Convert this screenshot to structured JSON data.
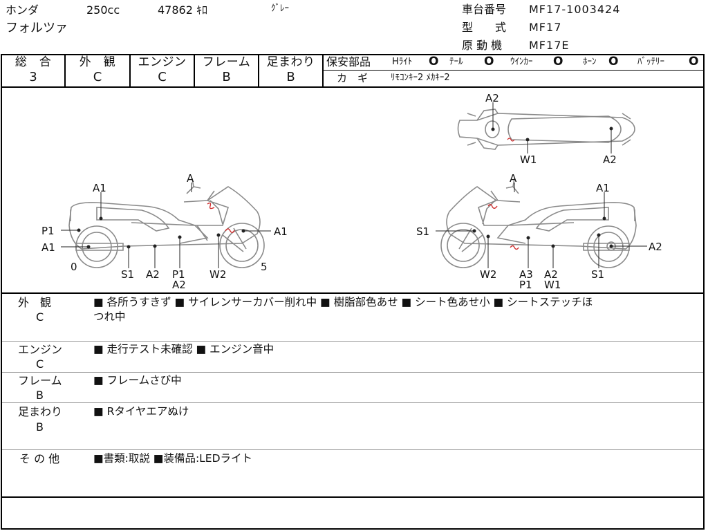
{
  "header": {
    "maker": "ホンダ",
    "displacement": "250cc",
    "mileage": "47862 ｷﾛ",
    "color": "ｸﾞﾚｰ",
    "model_name": "フォルツァ",
    "chassis_label": "車台番号",
    "chassis_value": "MF17-1003424",
    "type_label": "型　　式",
    "type_value": "MF17",
    "engine_label": "原 動 機",
    "engine_value": "MF17E"
  },
  "grades": {
    "headers": [
      "総　合",
      "外　観",
      "エンジン",
      "フレーム",
      "足まわり"
    ],
    "values": [
      "3",
      "C",
      "C",
      "B",
      "B"
    ]
  },
  "security": {
    "title": "保安部品",
    "items": [
      {
        "label": "Hﾗｲﾄ",
        "mark": "O"
      },
      {
        "label": "ﾃｰﾙ",
        "mark": "O"
      },
      {
        "label": "ｳｲﾝｶｰ",
        "mark": "O"
      },
      {
        "label": "ﾎｰﾝ",
        "mark": "O"
      },
      {
        "label": "ﾊﾞｯﾃﾘｰ",
        "mark": "O"
      }
    ],
    "key_label": "カ　ギ",
    "key_value": "ﾘﾓｺﾝｷｰ2 ﾒｶｷｰ2"
  },
  "diagram_labels": {
    "left": {
      "a_top": "A",
      "a1_top": "A1",
      "p1": "P1",
      "a1_left": "A1",
      "a1_right": "A1",
      "zero": "0",
      "five": "5",
      "s1": "S1",
      "a2": "A2",
      "p1_b": "P1",
      "a2_b": "A2",
      "w2": "W2"
    },
    "right": {
      "a_top": "A",
      "a1_top": "A1",
      "s1_left": "S1",
      "a2_right": "A2",
      "w2": "W2",
      "a3": "A3",
      "p1": "P1",
      "a2": "A2",
      "w1": "W1",
      "s1": "S1"
    },
    "top": {
      "a2_top": "A2",
      "w1": "W1",
      "a2": "A2"
    }
  },
  "notes": [
    {
      "label": "外　観",
      "grade": "C",
      "line1": "■ 各所うすきず ■ サイレンサーカバー削れ中 ■ 樹脂部色あせ ■ シート色あせ小 ■ シートステッチほ",
      "line2": "つれ中"
    },
    {
      "label": "エンジン",
      "grade": "C",
      "line1": "■ 走行テスト未確認 ■ エンジン音中",
      "line2": ""
    },
    {
      "label": "フレーム",
      "grade": "B",
      "line1": "■ フレームさび中",
      "line2": ""
    },
    {
      "label": "足まわり",
      "grade": "B",
      "line1": "■ Rタイヤエアぬけ",
      "line2": ""
    },
    {
      "label": "そ の 他",
      "grade": "",
      "line1": "■書類:取説 ■装備品:LEDライト",
      "line2": ""
    }
  ],
  "colors": {
    "ink": "#111111",
    "damage_mark": "#d03030",
    "bike_line": "#888888"
  }
}
